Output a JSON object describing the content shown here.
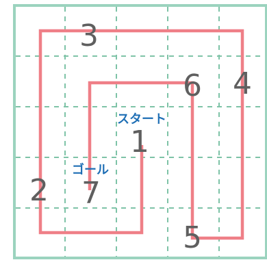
{
  "labels": {
    "start": "スタート",
    "goal": "ゴール"
  },
  "numbers": [
    "1",
    "2",
    "3",
    "4",
    "5",
    "6",
    "7"
  ],
  "colors": {
    "border": "#9bd3be",
    "grid": "#7ec3a7",
    "path": "#ef7f87",
    "number": "#5f5f5f",
    "label": "#1f6fb5"
  }
}
